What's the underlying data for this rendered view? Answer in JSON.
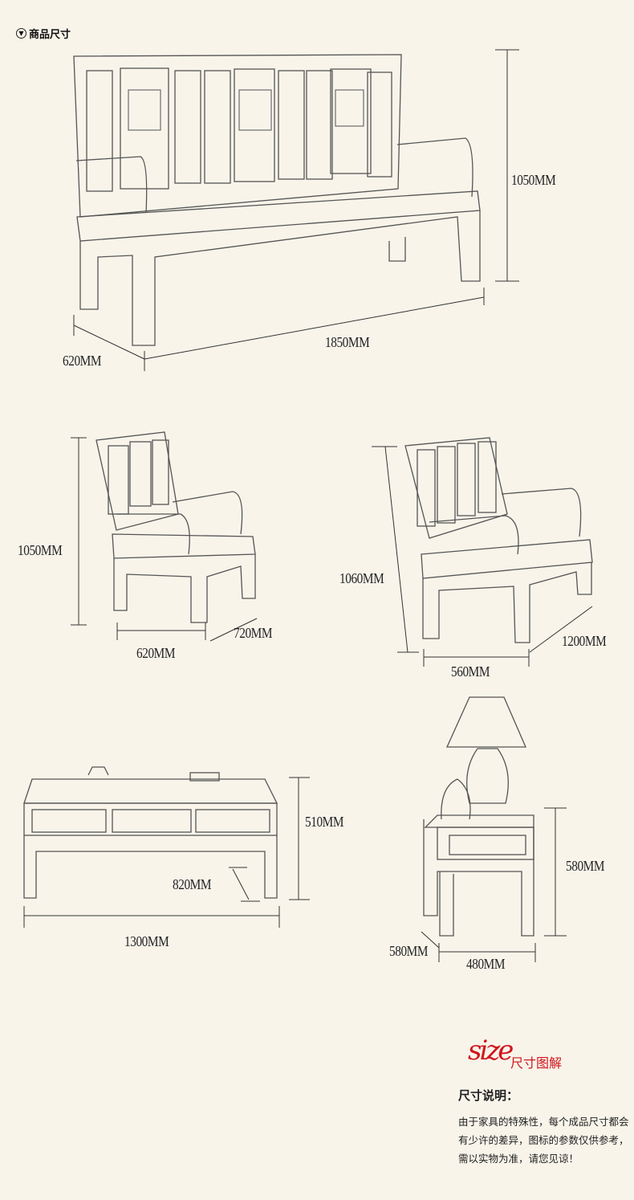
{
  "header": {
    "title": "商品尺寸",
    "icon": "chevron-down-circle-icon"
  },
  "sofa_3seat": {
    "length": "1850MM",
    "depth": "620MM",
    "height": "1050MM"
  },
  "armchair": {
    "height": "1050MM",
    "width": "620MM",
    "depth": "720MM"
  },
  "loveseat": {
    "height": "1060MM",
    "depth": "560MM",
    "width": "1200MM"
  },
  "coffee_table": {
    "height": "510MM",
    "depth": "820MM",
    "length": "1300MM"
  },
  "side_table": {
    "height": "580MM",
    "depth": "580MM",
    "width": "480MM"
  },
  "logo": {
    "size": "size",
    "title": "尺寸图解"
  },
  "note": {
    "title": "尺寸说明：",
    "text": "由于家具的特殊性，每个成品尺寸都会有少许的差异，图标的参数仅供参考，需以实物为准，请您见谅！"
  },
  "colors": {
    "background": "#f8f4ea",
    "accent": "#d0161c",
    "line": "#333333"
  }
}
